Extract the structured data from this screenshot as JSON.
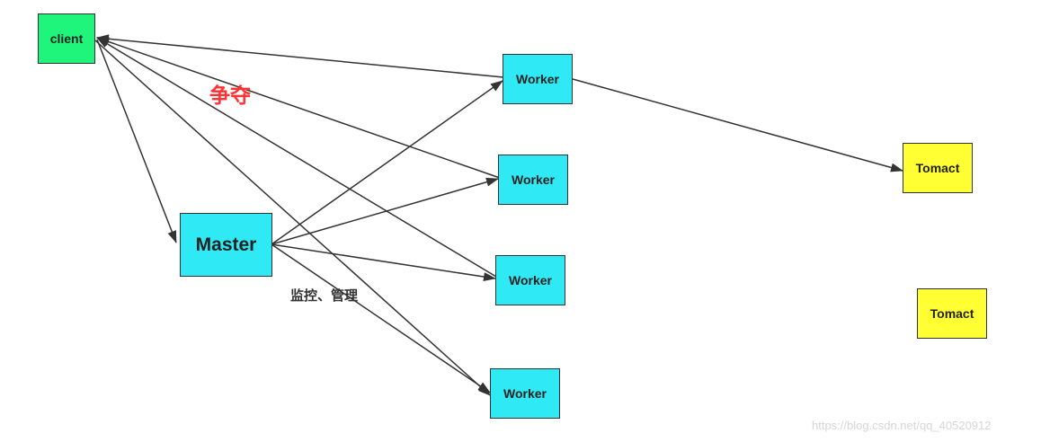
{
  "nodes": {
    "client": "client",
    "master": "Master",
    "workers": [
      "Worker",
      "Worker",
      "Worker",
      "Worker"
    ],
    "tomacts": [
      "Tomact",
      "Tomact"
    ]
  },
  "labels": {
    "compete": "争夺",
    "monitor": "监控、管理"
  },
  "watermark": "https://blog.csdn.net/qq_40520912",
  "colors": {
    "client_fill": "#1ff57a",
    "node_fill": "#2fe9f5",
    "tomact_fill": "#ffff33",
    "compete_text": "#ff3333",
    "edge": "#333333"
  }
}
